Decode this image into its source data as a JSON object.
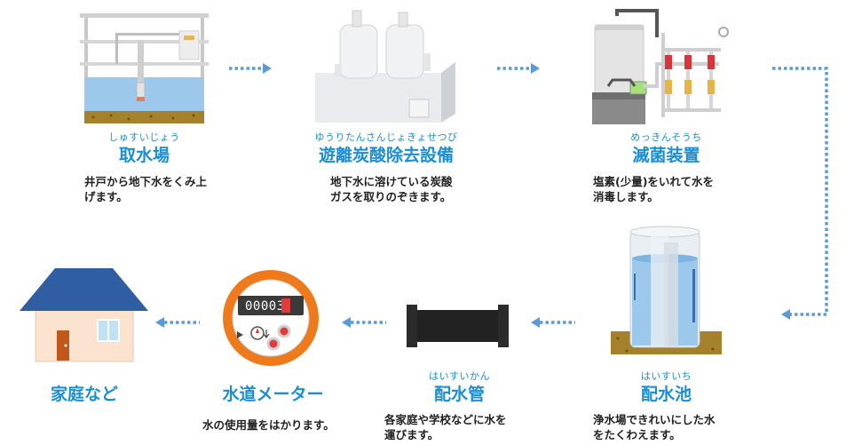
{
  "steps": {
    "intake": {
      "ruby": "しゅすいじょう",
      "title": "取水場",
      "desc": [
        "井戸から地下水をくみ上",
        "げます。"
      ]
    },
    "degas": {
      "ruby": "ゆうりたんさんじょきょせつび",
      "title": "遊離炭酸除去設備",
      "desc": [
        "地下水に溶けている炭酸",
        "ガスを取りのぞきます。"
      ]
    },
    "disinfection": {
      "ruby": "めっきんそうち",
      "title": "滅菌装置",
      "desc": [
        "塩素(少量)をいれて水を",
        "消毒します。"
      ]
    },
    "reservoir": {
      "ruby": "はいすいち",
      "title": "配水池",
      "desc": [
        "浄水場できれいにした水",
        "をたくわえます。"
      ]
    },
    "pipe": {
      "ruby": "はいすいかん",
      "title": "配水管",
      "desc": [
        "各家庭や学校などに水を",
        "運びます。"
      ]
    },
    "meter": {
      "title": "水道メーター",
      "desc": [
        "水の使用量をはかります。"
      ],
      "display": "00003"
    },
    "home": {
      "title": "家庭など"
    }
  },
  "colors": {
    "accent": "#1a8fd6",
    "arrow": "#5b9bd5",
    "water": "#9cc8ec",
    "soil": "#a5812c"
  }
}
